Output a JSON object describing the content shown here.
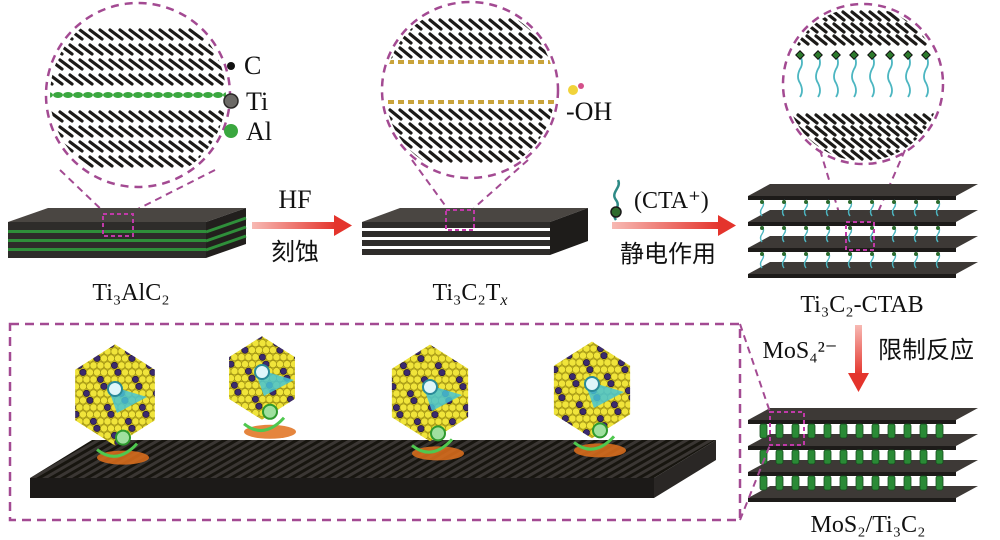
{
  "legend": {
    "carbon": "C",
    "titanium": "Ti",
    "aluminum": "Al",
    "hydroxyl": "-OH"
  },
  "stages": {
    "stage1": {
      "label": "Ti₃AlC₂"
    },
    "stage2": {
      "label": "Ti₃C₂T",
      "label_sub": "x"
    },
    "stage3": {
      "label": "Ti₃C₂-CTAB"
    },
    "stage4": {
      "label": "MoS₂/Ti₃C₂"
    }
  },
  "arrows": {
    "etch": {
      "reagent": "HF",
      "process": "刻蚀"
    },
    "electrostatic": {
      "reagent": "(CTA⁺)",
      "process": "静电作用"
    },
    "confined": {
      "reagent": "MoS₄²⁻",
      "process": "限制反应"
    }
  },
  "colors": {
    "dash": "#a34a92",
    "arrow": "#e4342c",
    "sheet": "#2e2c2a",
    "al_layer": "#2f8f3a",
    "mos2": "#2a8a36",
    "sulfur": "#f0e43a",
    "molybdenum": "#3b2a6e",
    "ion_cyan": "#46c4d3",
    "electron_green": "#4fc84f",
    "charge_orange": "#e0701c"
  }
}
